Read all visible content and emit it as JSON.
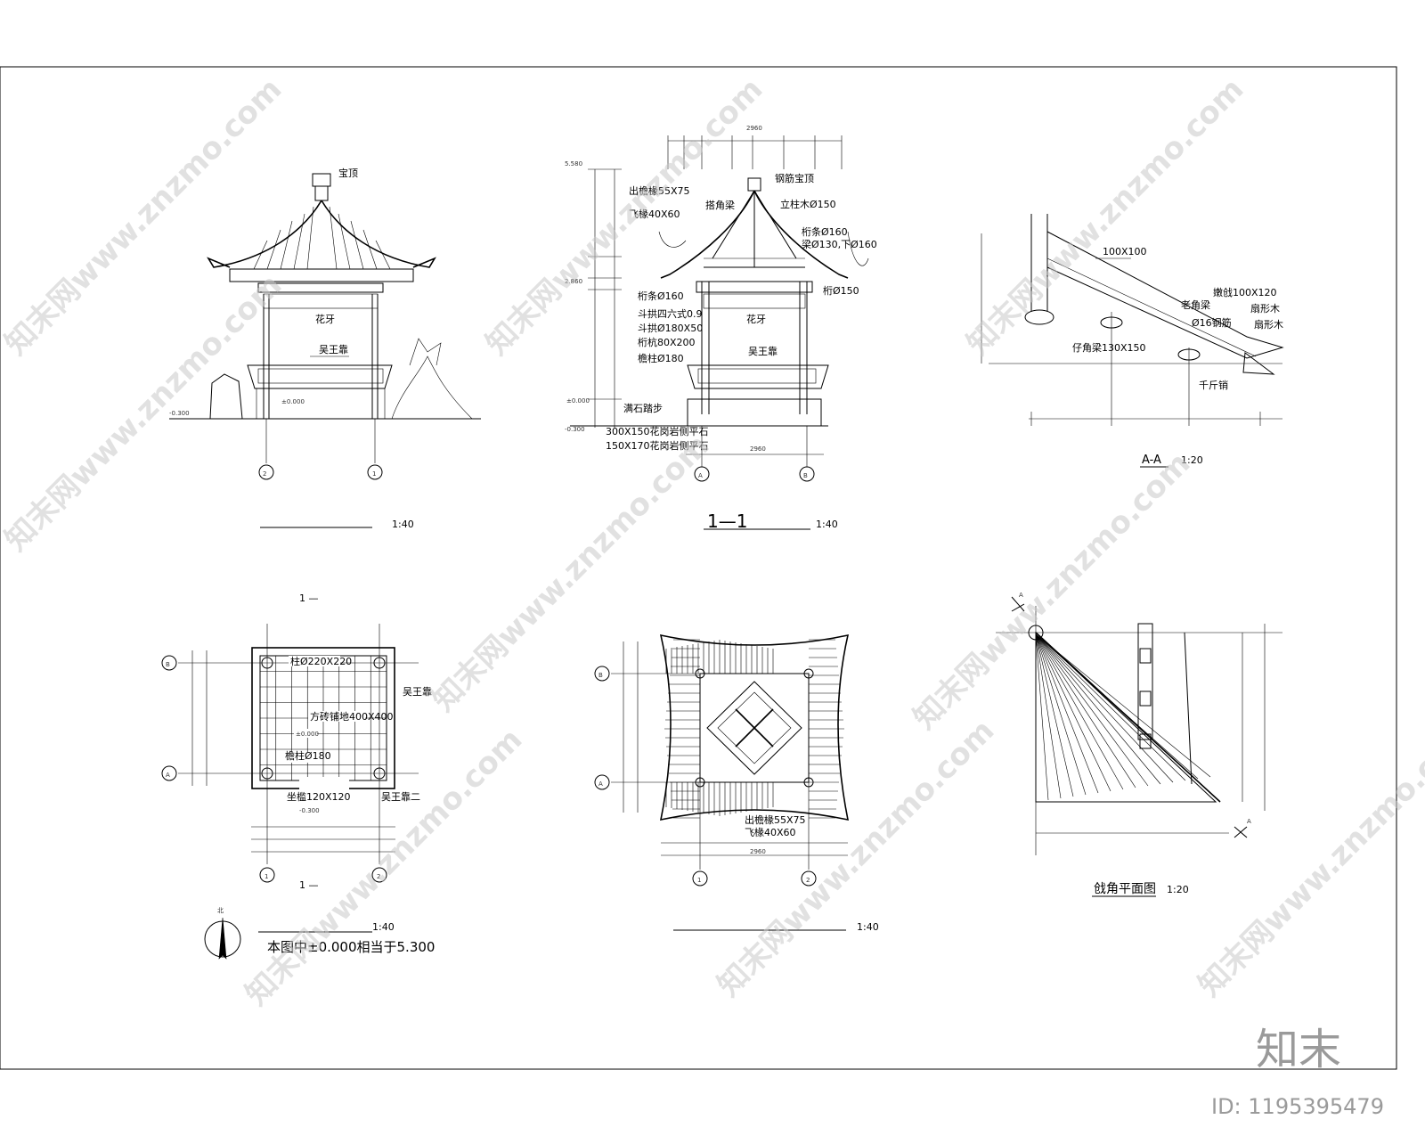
{
  "elevation": {
    "labels": [
      "宝顶",
      "花牙",
      "吴王靠"
    ],
    "level_zero": "±0.000",
    "level_ground": "-0.300",
    "axes": [
      "2",
      "1"
    ],
    "scale": "1:40",
    "title_below": "1 —"
  },
  "section_1_1": {
    "title": "1—1",
    "scale": "1:40",
    "dims_top": [
      "2960"
    ],
    "levels": [
      "5.580",
      "2.860",
      "±0.000",
      "-0.300"
    ],
    "labels": [
      "出檐椽55X75",
      "飞椽40X60",
      "钢筋宝顶",
      "搭角梁",
      "立柱木Ø150",
      "桁条Ø160",
      "梁Ø130,下Ø160",
      "桁Ø150",
      "桁条Ø160",
      "斗拱四六式0.9",
      "斗拱Ø180X50",
      "桁杭80X200",
      "檐柱Ø180",
      "花牙",
      "吴王靠",
      "满石踏步",
      "300X150花岗岩侧平石",
      "150X170花岗岩侧平石"
    ],
    "axes": [
      "A",
      "B"
    ],
    "dim_bottom": "2960"
  },
  "section_aa": {
    "title": "A-A",
    "scale": "1:20",
    "labels": [
      "100X100",
      "老角梁",
      "嫩戗100X120",
      "Ø16钢筋",
      "扇形木",
      "仔角梁130X150",
      "千斤销"
    ]
  },
  "plan": {
    "title": "1 —",
    "scale": "1:40",
    "labels": [
      "柱Ø220X220",
      "方砖铺地400X400",
      "±0.000",
      "檐柱Ø180",
      "坐槛120X120",
      "-0.300",
      "吴王靠",
      "吴王靠二"
    ],
    "axes_rows": [
      "B",
      "A"
    ],
    "axes_cols": [
      "1",
      "2"
    ],
    "note": "本图中±0.000相当于5.300",
    "north": "北"
  },
  "roof_plan": {
    "scale": "1:40",
    "labels": [
      "出檐椽55X75",
      "飞椽40X60"
    ],
    "axes_rows": [
      "B",
      "A"
    ],
    "axes_cols": [
      "1",
      "2"
    ],
    "dim_bottom": "2960"
  },
  "corner_plan": {
    "title": "戗角平面图",
    "scale": "1:20",
    "section_mark": "A"
  },
  "watermark": "知末网www.znzmo.com",
  "brand": "知末",
  "doc_id": "ID: 1195395479"
}
